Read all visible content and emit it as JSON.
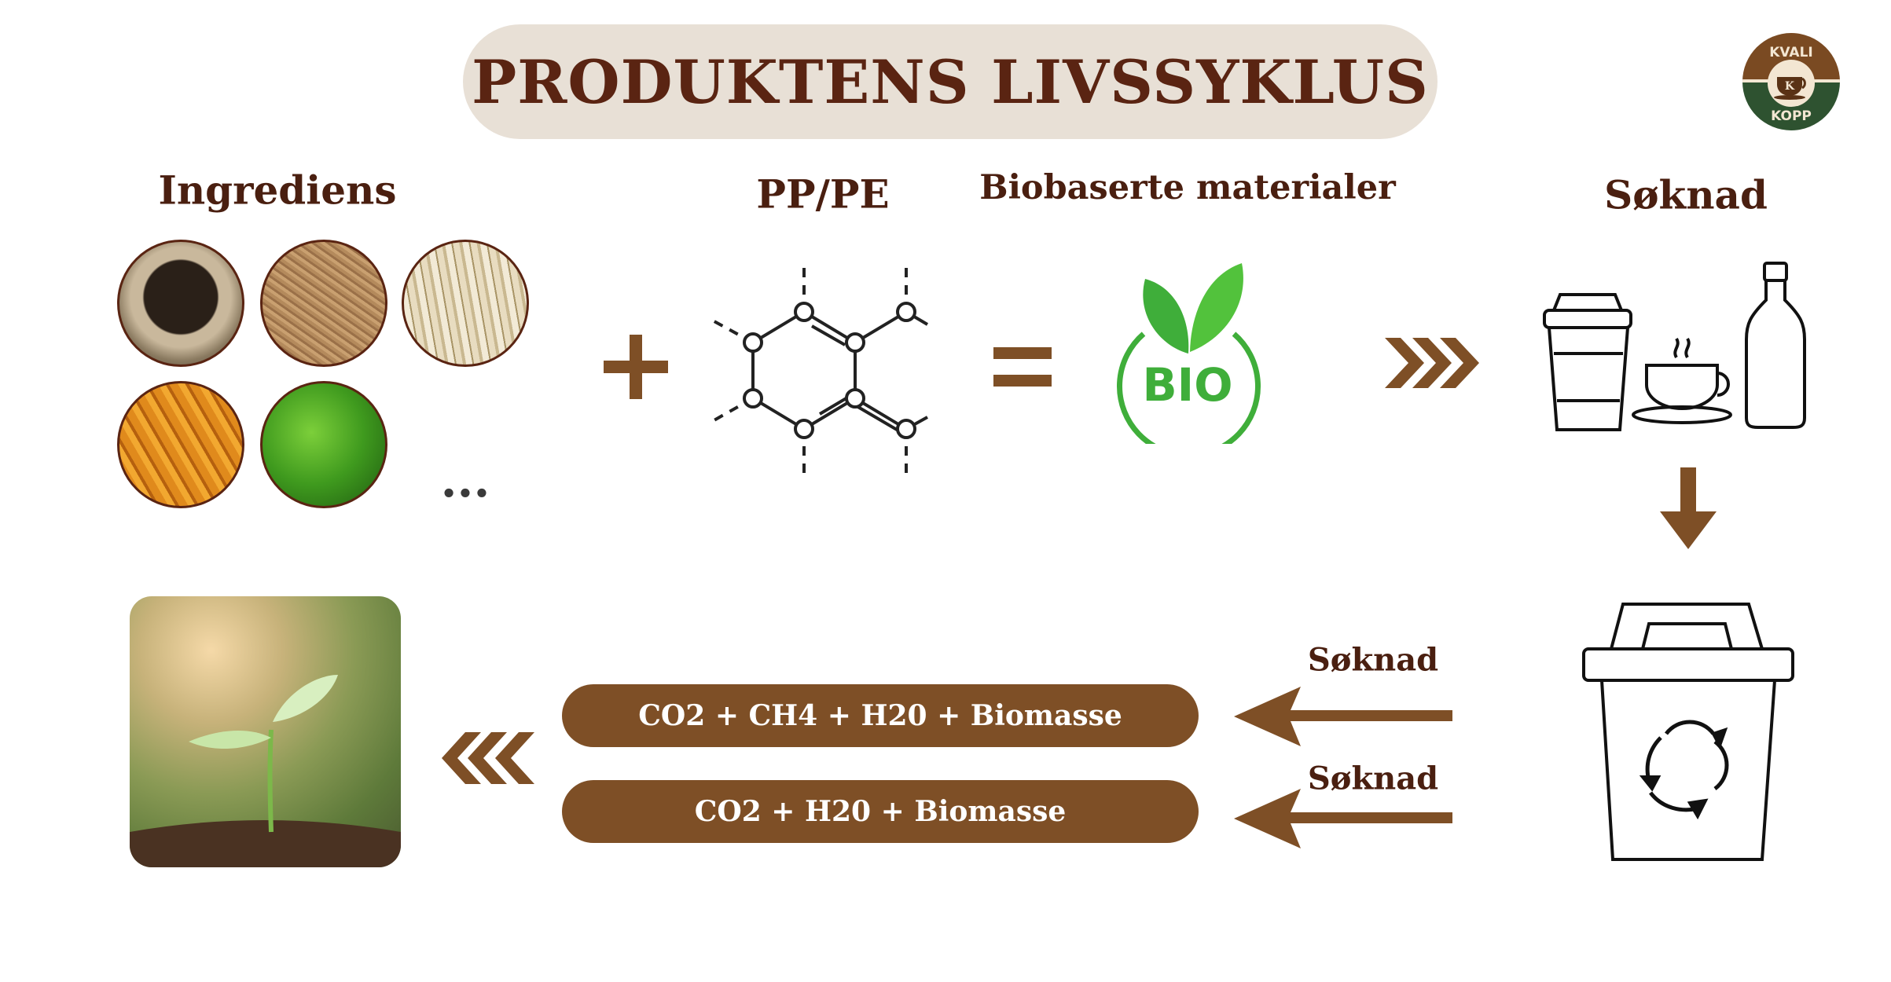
{
  "title": "PRODUKTENS LIVSSYKLUS",
  "logo": {
    "top_text": "KVALI",
    "center_letter": "K",
    "bottom_text": "KOPP"
  },
  "sections": {
    "ingredients": "Ingrediens",
    "ppe": "PP/PE",
    "bio_materials": "Biobaserte materialer",
    "application": "Søknad"
  },
  "ingredients_more": "...",
  "bio_icon_text": "BIO",
  "decomposition": [
    {
      "label": "Søknad",
      "result": "CO2 + CH4 + H20 + Biomasse"
    },
    {
      "label": "Søknad",
      "result": "CO2 + H20 + Biomasse"
    }
  ],
  "colors": {
    "brown": "#7e4f26",
    "dark_brown": "#4a1f10",
    "pill_bg": "#e8e0d6",
    "bio_green": "#3fae3a"
  }
}
